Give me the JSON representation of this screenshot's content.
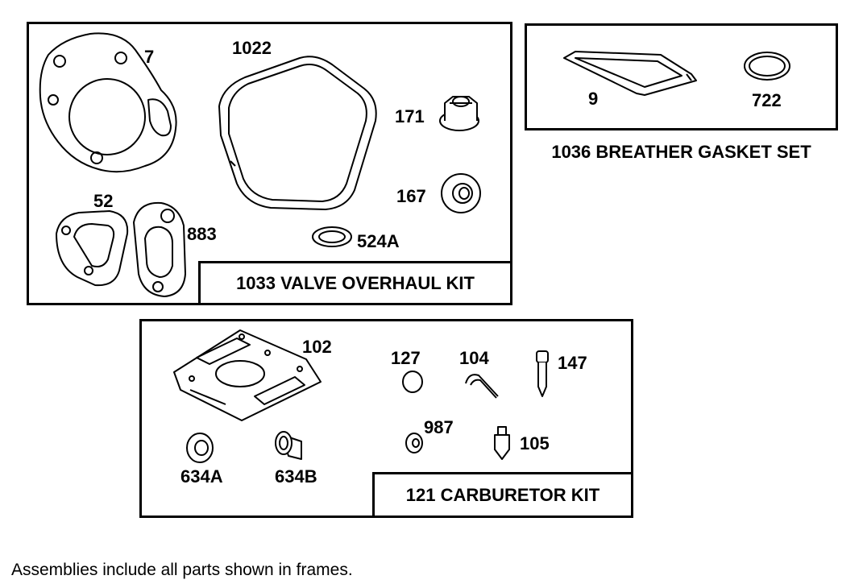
{
  "kits": {
    "valve_overhaul": {
      "label": "1033 VALVE OVERHAUL KIT",
      "parts": [
        "7",
        "1022",
        "171",
        "167",
        "52",
        "883",
        "524A"
      ]
    },
    "breather_gasket": {
      "label": "1036 BREATHER GASKET SET",
      "parts": [
        "9",
        "722"
      ]
    },
    "carburetor": {
      "label": "121 CARBURETOR KIT",
      "parts": [
        "102",
        "127",
        "104",
        "147",
        "987",
        "105",
        "634A",
        "634B"
      ]
    }
  },
  "footnote": "Assemblies include all parts shown in frames.",
  "colors": {
    "line": "#000000",
    "background": "#ffffff",
    "shade": "#d9d9d9"
  }
}
